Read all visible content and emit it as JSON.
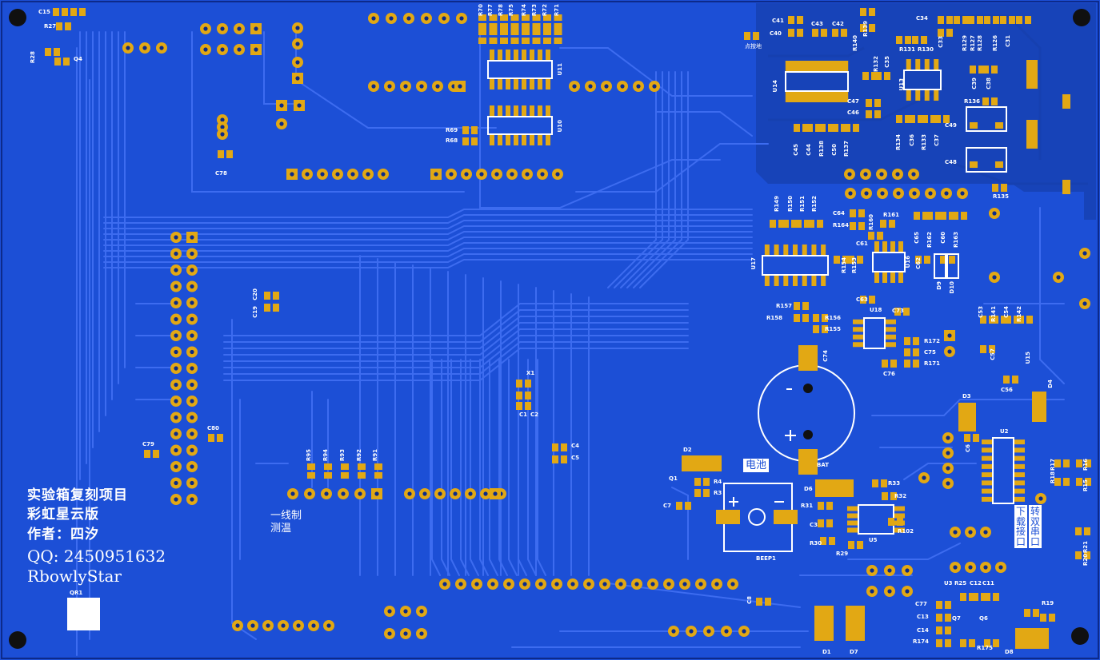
{
  "board": {
    "colors": {
      "copper_plane": "#1c4fd6",
      "copper_dark": "#1743b8",
      "trace": "#3366ee",
      "pad": "#e2a814",
      "silkscreen": "#ffffff",
      "mount_hole": "#101010"
    }
  },
  "title_block": {
    "line1": "实验箱复刻项目",
    "line2": "彩虹星云版",
    "line3": "作者：四汐",
    "line4": "QQ: 2450951632",
    "line5": "RbowlyStar"
  },
  "notes": {
    "onewire_line1": "一线制",
    "onewire_line2": "测温",
    "battery_label": "电池",
    "download_port": "下载接口",
    "duplex_port": "转双串口",
    "test_point": "点按地"
  },
  "components": {
    "c15": "C15",
    "r27": "R27",
    "r28": "R28",
    "q4": "Q4",
    "c78": "C78",
    "c79": "C79",
    "c80": "C80",
    "qr1": "QR1",
    "c19": "C19",
    "c20": "C20",
    "r95": "R95",
    "r94": "R94",
    "r93": "R93",
    "r92": "R92",
    "r91": "R91",
    "r70": "R70",
    "r77": "R77",
    "r78": "R78",
    "r75": "R75",
    "r74": "R74",
    "r73": "R73",
    "r72": "R72",
    "r71": "R71",
    "u11": "U11",
    "u10": "U10",
    "r69": "R69",
    "r68": "R68",
    "x1": "X1",
    "c1": "C1",
    "c2": "C2",
    "c4": "C4",
    "c5": "C5",
    "d2": "D2",
    "q1": "Q1",
    "r4": "R4",
    "r3": "R3",
    "c7": "C7",
    "beep1": "BEEP1",
    "c41": "C41",
    "c40": "C40",
    "c43": "C43",
    "c42": "C42",
    "r140": "R140",
    "r139": "R139",
    "u14": "U14",
    "c45": "C45",
    "c44": "C44",
    "r138": "R138",
    "c50": "C50",
    "r137": "R137",
    "c47": "C47",
    "c46": "C46",
    "r132": "R132",
    "c35": "C35",
    "u13": "U13",
    "r131": "R131",
    "r130": "R130",
    "c33": "C33",
    "c34": "C34",
    "r129": "R129",
    "r127": "R127",
    "r128": "R128",
    "r126": "R126",
    "c31": "C31",
    "c39": "C39",
    "c38": "C38",
    "r136": "R136",
    "c49": "C49",
    "c48": "C48",
    "r135": "R135",
    "r134": "R134",
    "c36": "C36",
    "r133": "R133",
    "c37": "C37",
    "r149": "R149",
    "r150": "R150",
    "r151": "R151",
    "r152": "R152",
    "c64": "C64",
    "r164": "R164",
    "r160": "R160",
    "r161": "R161",
    "c61": "C61",
    "c65": "C65",
    "r162": "R162",
    "c60": "C60",
    "r163": "R163",
    "u17": "U17",
    "r154": "R154",
    "r153": "R153",
    "u16": "U16",
    "c62": "C62",
    "d9": "D9",
    "d10": "D10",
    "c63": "C63",
    "r157": "R157",
    "r158": "R158",
    "r156": "R156",
    "r155": "R155",
    "u18": "U18",
    "c73": "C73",
    "c74": "C74",
    "r172": "R172",
    "c75": "C75",
    "c76": "C76",
    "r171": "R171",
    "c53": "C53",
    "r141": "R141",
    "c54": "C54",
    "r142": "R142",
    "c57": "C57",
    "u15": "U15",
    "c56": "C56",
    "bat": "BAT",
    "d3": "D3",
    "d4": "D4",
    "u2": "U2",
    "c6": "C6",
    "d6": "D6",
    "r33": "R33",
    "r32": "R32",
    "r31": "R31",
    "c3": "C3",
    "u5": "U5",
    "r30": "R30",
    "r29": "R29",
    "r102": "R102",
    "r18": "R18",
    "r17": "R17",
    "r16": "R16",
    "r15": "R15",
    "r21": "R21",
    "r20": "R20",
    "u3": "U3",
    "r25": "R25",
    "c12": "C12",
    "c11": "C11",
    "c77": "C77",
    "c13": "C13",
    "c14": "C14",
    "q7": "Q7",
    "q6": "Q6",
    "r174": "R174",
    "r175": "R175",
    "r19": "R19",
    "d8": "D8",
    "d1": "D1",
    "d7": "D7",
    "c8": "C8"
  }
}
